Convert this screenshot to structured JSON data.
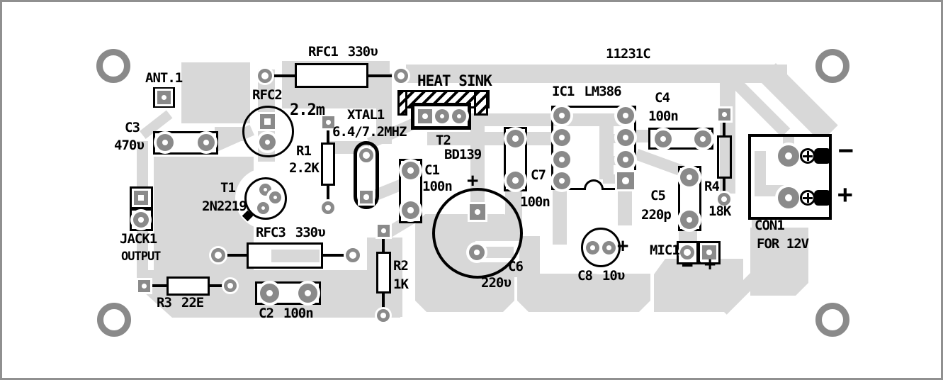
{
  "board": {
    "part_number": "11231C",
    "colors": {
      "trace": "#d8d8d8",
      "pad": "#8a8a8a",
      "silkscreen": "#000000",
      "background": "#ffffff"
    }
  },
  "components": {
    "ant1": {
      "ref": "ANT.1"
    },
    "c3": {
      "ref": "C3",
      "value": "470υ"
    },
    "rfc1": {
      "ref": "RFC1",
      "value": "330υ"
    },
    "rfc2": {
      "ref": "RFC2",
      "value": "2.2m"
    },
    "xtal1": {
      "ref": "XTAL1",
      "value": "6.4/7.2MHZ"
    },
    "r1": {
      "ref": "R1",
      "value": "2.2K"
    },
    "heatsink": {
      "ref": "HEAT SINK"
    },
    "t2": {
      "ref": "T2",
      "value": "BD139"
    },
    "t1": {
      "ref": "T1",
      "value": "2N2219"
    },
    "c1": {
      "ref": "C1",
      "value": "100n"
    },
    "c7": {
      "ref": "C7",
      "value": "100n"
    },
    "ic1": {
      "ref": "IC1",
      "value": "LM386"
    },
    "c4": {
      "ref": "C4",
      "value": "100n"
    },
    "r4": {
      "ref": "R4",
      "value": "18K"
    },
    "c5": {
      "ref": "C5",
      "value": "220p"
    },
    "c6": {
      "ref": "C6",
      "value": "220υ",
      "polarity": "+"
    },
    "c8": {
      "ref": "C8",
      "value": "10υ",
      "polarity": "+"
    },
    "jack1": {
      "ref": "JACK1",
      "value": "OUTPUT"
    },
    "r3": {
      "ref": "R3",
      "value": "22E"
    },
    "rfc3": {
      "ref": "RFC3",
      "value": "330υ"
    },
    "c2": {
      "ref": "C2",
      "value": "100n"
    },
    "r2": {
      "ref": "R2",
      "value": "1K"
    },
    "mic1": {
      "ref": "MIC1",
      "minus": "−",
      "plus": "+"
    },
    "con1": {
      "ref": "CON1",
      "value": "FOR 12V",
      "minus": "−",
      "plus": "+"
    }
  }
}
